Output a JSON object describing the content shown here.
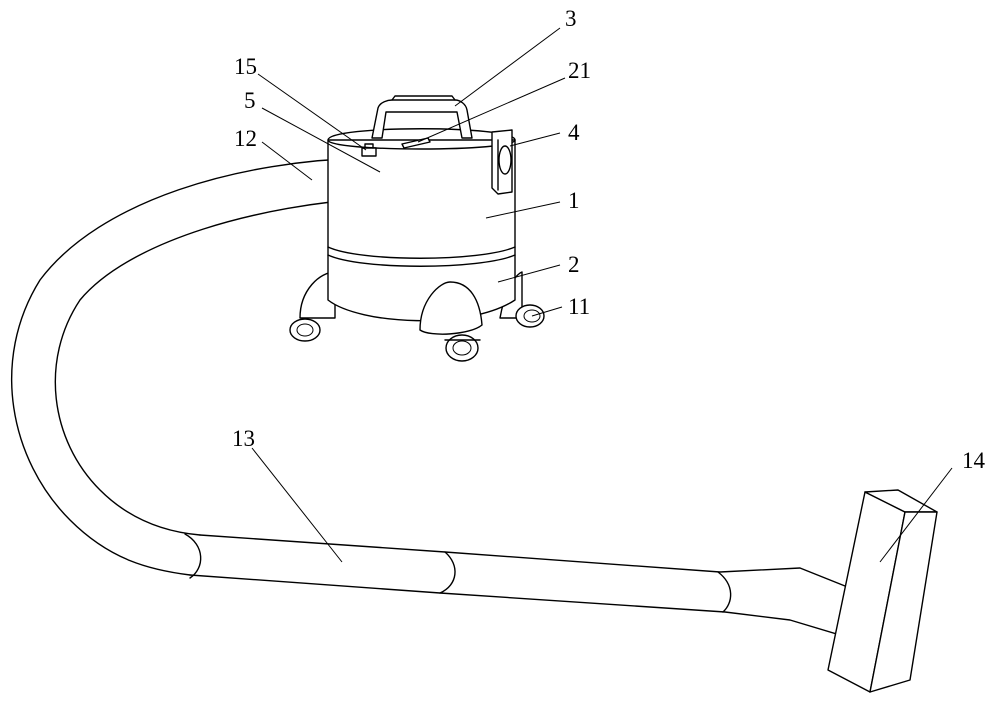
{
  "figure": {
    "callouts": [
      {
        "id": "3",
        "text": "3"
      },
      {
        "id": "21",
        "text": "21"
      },
      {
        "id": "15",
        "text": "15"
      },
      {
        "id": "5",
        "text": "5"
      },
      {
        "id": "12",
        "text": "12"
      },
      {
        "id": "4",
        "text": "4"
      },
      {
        "id": "1",
        "text": "1"
      },
      {
        "id": "2",
        "text": "2"
      },
      {
        "id": "11",
        "text": "11"
      },
      {
        "id": "13",
        "text": "13"
      },
      {
        "id": "14",
        "text": "14"
      }
    ],
    "line_color": "#000000",
    "background": "#ffffff"
  }
}
